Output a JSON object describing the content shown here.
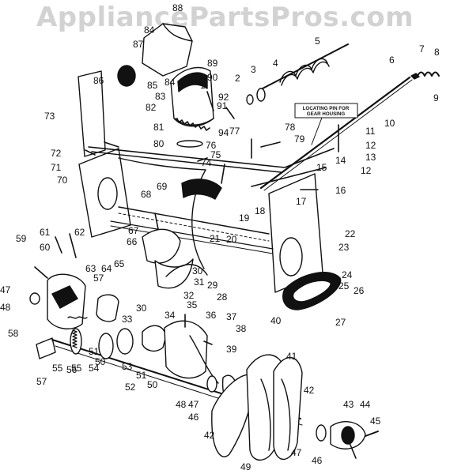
{
  "watermark": "AppliancePartsPros.com",
  "callout_note": [
    "LOCATING PIN FOR",
    "GEAR HOUSING"
  ],
  "part_numbers": [
    "1",
    "2",
    "3",
    "4",
    "5",
    "6",
    "7",
    "8",
    "9",
    "10",
    "11",
    "12",
    "13",
    "14",
    "15",
    "16",
    "17",
    "18",
    "19",
    "20",
    "21",
    "22",
    "23",
    "24",
    "25",
    "26",
    "27",
    "28",
    "29",
    "30",
    "31",
    "32",
    "33",
    "34",
    "35",
    "36",
    "37",
    "38",
    "39",
    "40",
    "41",
    "42",
    "43",
    "44",
    "45",
    "46",
    "47",
    "48",
    "49",
    "50",
    "51",
    "52",
    "53",
    "54",
    "55",
    "56",
    "57",
    "58",
    "59",
    "60",
    "61",
    "62",
    "63",
    "64",
    "65",
    "66",
    "67",
    "68",
    "69",
    "70",
    "71",
    "72",
    "73",
    "74",
    "75",
    "76",
    "77",
    "78",
    "79",
    "80",
    "81",
    "82",
    "83",
    "84",
    "85",
    "86",
    "87",
    "88",
    "89",
    "90",
    "91",
    "92",
    "94"
  ]
}
